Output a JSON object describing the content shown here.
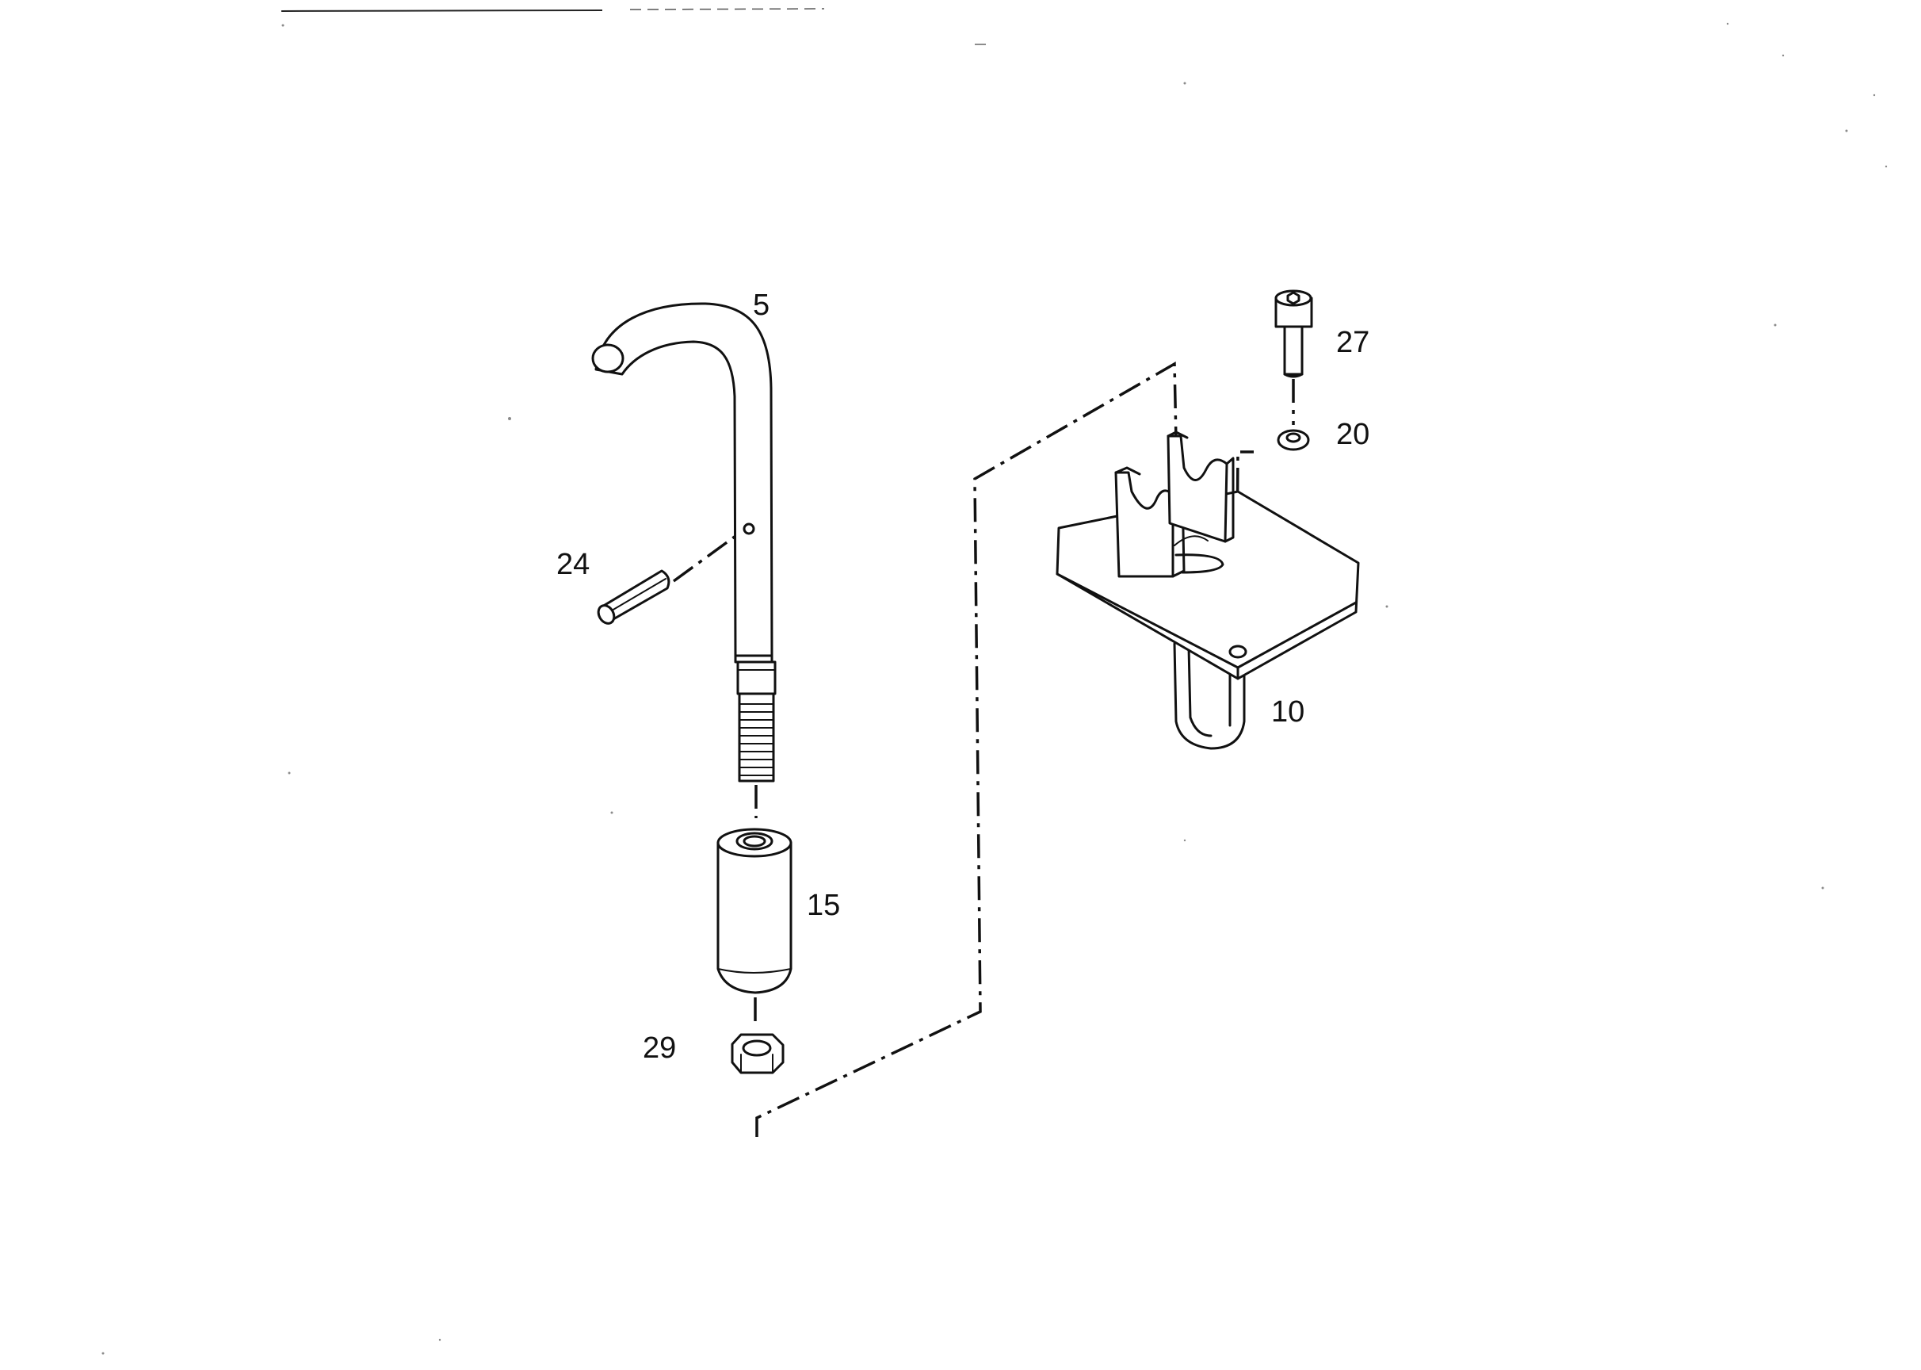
{
  "diagram": {
    "labels": {
      "part_5": "5",
      "part_24": "24",
      "part_15": "15",
      "part_29": "29",
      "part_27": "27",
      "part_20": "20",
      "part_10": "10"
    },
    "colors": {
      "ink": "#111111",
      "paper": "#ffffff"
    }
  }
}
